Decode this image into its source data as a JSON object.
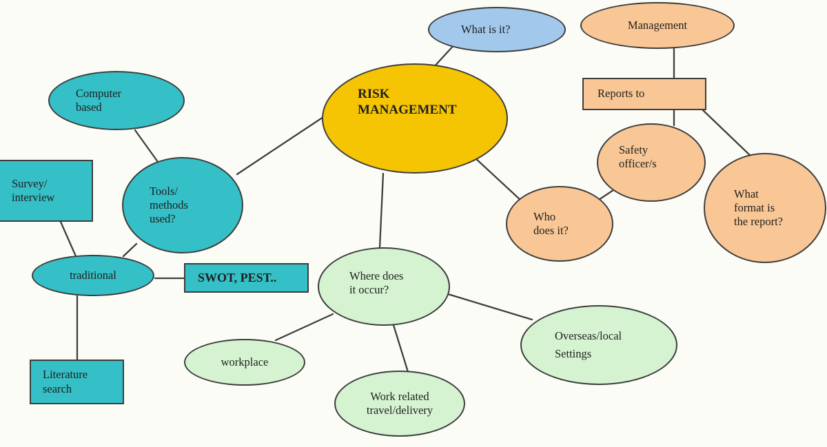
{
  "colors": {
    "topic": "#f5c402",
    "definition": "#a2c8ec",
    "people": "#f9c795",
    "tools": "#35bfc6",
    "locations": "#d5f3d1",
    "stroke": "#3d3d3d",
    "bg": "#fcfcf7"
  },
  "nodes": {
    "risk_management": {
      "label": "RISK\nMANAGEMENT"
    },
    "what_is_it": {
      "label": "What is it?"
    },
    "management": {
      "label": "Management"
    },
    "reports_to": {
      "label": "Reports to"
    },
    "safety_officers": {
      "label": "Safety\nofficer/s"
    },
    "what_format": {
      "label": "What\nformat is\nthe report?"
    },
    "who_does_it": {
      "label": "Who\ndoes it?"
    },
    "computer_based": {
      "label": "Computer\nbased"
    },
    "survey_interview": {
      "label": "Survey/\ninterview"
    },
    "tools_methods": {
      "label": "Tools/\nmethods\nused?"
    },
    "traditional": {
      "label": "traditional"
    },
    "swot_pest": {
      "label": "SWOT, PEST.."
    },
    "literature_search": {
      "label": "Literature\nsearch"
    },
    "where_occur": {
      "label": "Where does\nit  occur?"
    },
    "workplace": {
      "label": "workplace"
    },
    "work_related": {
      "label": "Work related\ntravel/delivery"
    },
    "overseas_local": {
      "label": "Overseas/local\nSettings"
    }
  },
  "edges": [
    {
      "from": "risk_management",
      "to": "what_is_it"
    },
    {
      "from": "risk_management",
      "to": "tools_methods"
    },
    {
      "from": "risk_management",
      "to": "where_occur"
    },
    {
      "from": "risk_management",
      "to": "who_does_it"
    },
    {
      "from": "who_does_it",
      "to": "safety_officers"
    },
    {
      "from": "management",
      "to": "reports_to"
    },
    {
      "from": "reports_to",
      "to": "safety_officers"
    },
    {
      "from": "reports_to",
      "to": "what_format"
    },
    {
      "from": "computer_based",
      "to": "tools_methods"
    },
    {
      "from": "survey_interview",
      "to": "traditional"
    },
    {
      "from": "tools_methods",
      "to": "traditional"
    },
    {
      "from": "traditional",
      "to": "swot_pest"
    },
    {
      "from": "traditional",
      "to": "literature_search"
    },
    {
      "from": "where_occur",
      "to": "workplace"
    },
    {
      "from": "where_occur",
      "to": "work_related"
    },
    {
      "from": "where_occur",
      "to": "overseas_local"
    }
  ]
}
